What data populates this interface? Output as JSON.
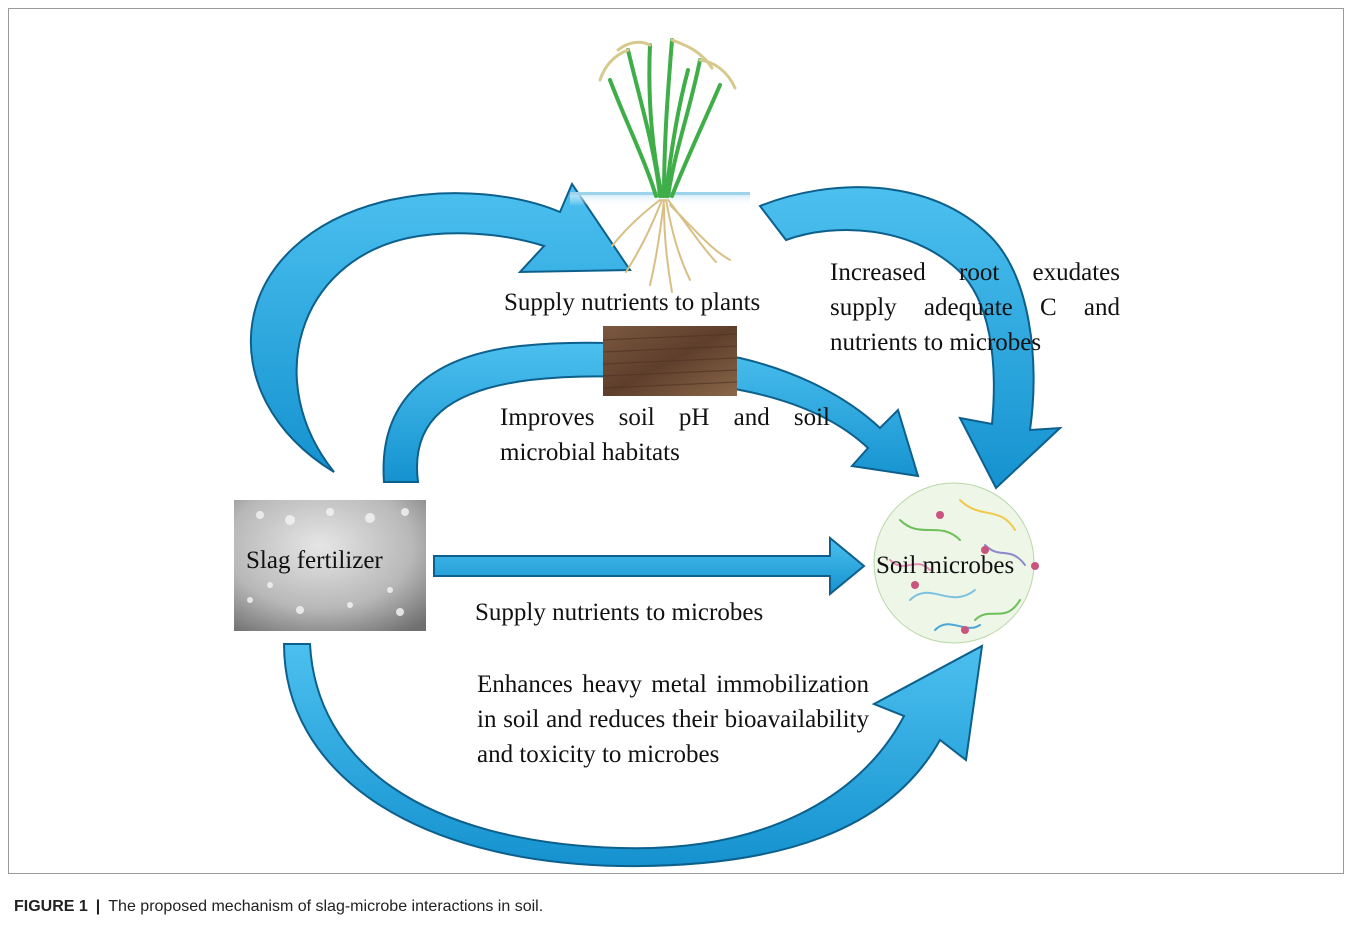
{
  "nodes": {
    "slag": "Slag fertilizer",
    "microbes": "Soil microbes"
  },
  "edges": {
    "to_plants": "Supply nutrients to plants",
    "root_exudates": "Increased root exudates supply adequate C and nutrients to microbes",
    "soil_ph": "Improves soil pH and soil microbial habitats",
    "to_microbes": "Supply nutrients to microbes",
    "heavy_metal": "Enhances heavy metal immobilization in soil and reduces their bioavailability and toxicity to microbes"
  },
  "caption": {
    "figure_number": "FIGURE 1",
    "text": "The proposed mechanism of slag-microbe interactions in soil."
  },
  "colors": {
    "arrow_fill": "#1fa3df",
    "arrow_stroke": "#0d5f8c",
    "plant_green": "#3fae49",
    "root_tan": "#d8bf86",
    "soil_brown": "#6b4a35",
    "water_blue": "#a9d8ef"
  }
}
